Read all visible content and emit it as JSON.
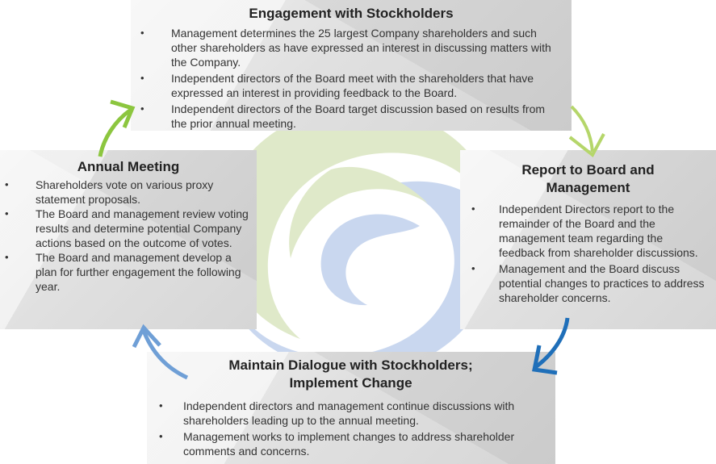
{
  "boxes": {
    "top": {
      "title": "Engagement with Stockholders",
      "bullets": [
        "Management determines the 25 largest Company shareholders and such other shareholders as have expressed an interest in discussing matters with the Company.",
        "Independent directors of the Board meet with the shareholders that have expressed an interest in providing feedback to the Board.",
        "Independent directors of the Board target discussion based on results from the prior annual meeting."
      ]
    },
    "right": {
      "title_line1": "Report to Board and",
      "title_line2": "Management",
      "bullets": [
        "Independent Directors report to the remainder of the Board and the management team regarding the feedback from shareholder discussions.",
        "Management and the Board discuss potential changes to practices to address shareholder concerns."
      ]
    },
    "bottom": {
      "title_line1": "Maintain Dialogue with Stockholders;",
      "title_line2": "Implement Change",
      "bullets": [
        "Independent directors and management continue discussions with shareholders leading up to the annual meeting.",
        "Management works to implement changes to address shareholder comments and concerns."
      ]
    },
    "left": {
      "title": "Annual Meeting",
      "bullets": [
        "Shareholders vote on various proxy statement proposals.",
        "The Board and management review voting results and determine potential Company actions based on the outcome of votes.",
        "The Board and management develop a plan for further engagement the following year."
      ]
    }
  },
  "colors": {
    "green_arrow": "#8cc63f",
    "light_green_arrow": "#b5d66a",
    "blue_arrow": "#1f6fb9",
    "light_blue_arrow": "#6f9fd6",
    "swirl_green": "#dfe9c9",
    "swirl_blue": "#c9d7ef"
  }
}
